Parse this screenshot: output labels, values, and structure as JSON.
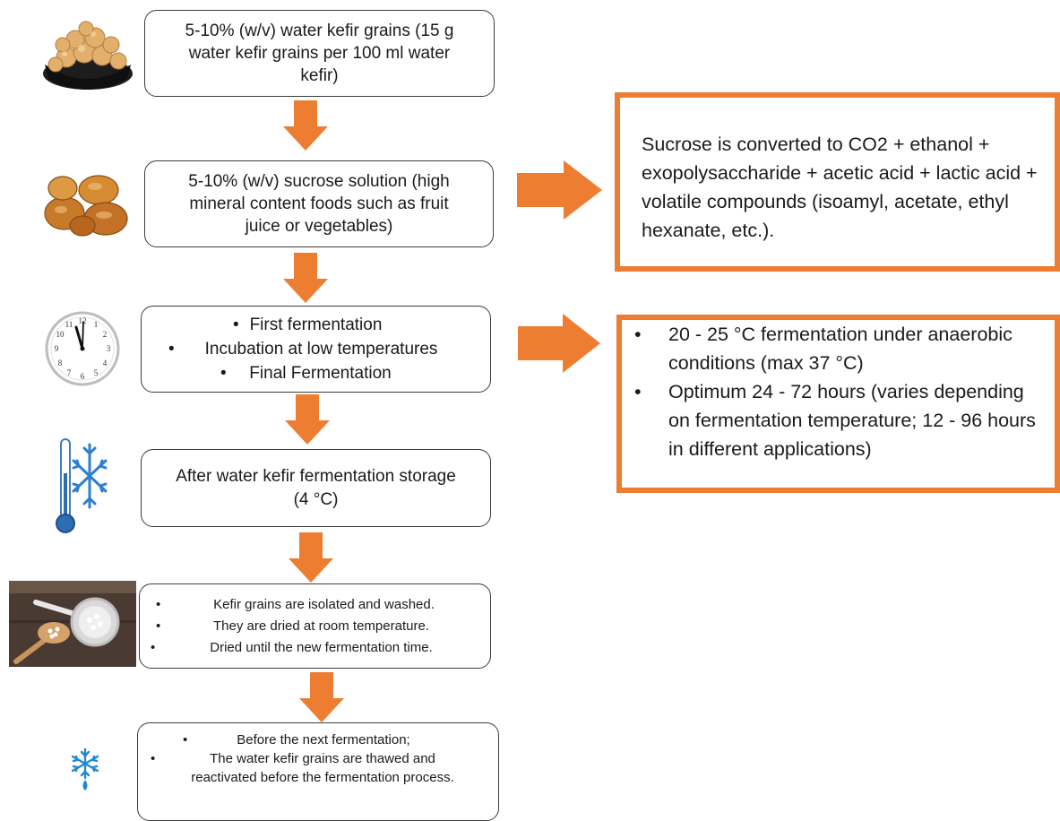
{
  "steps": [
    {
      "lines": [
        "5-10% (w/v) water kefir grains (15 g",
        "water kefir grains per 100 ml water",
        "kefir)"
      ]
    },
    {
      "lines": [
        "5-10% (w/v) sucrose solution (high",
        "mineral content foods such as fruit",
        "juice or vegetables)"
      ]
    },
    {
      "bullets": [
        "First fermentation",
        "Incubation at low temperatures",
        "Final Fermentation"
      ]
    },
    {
      "lines": [
        "After water kefir fermentation storage",
        "(4 °C)"
      ]
    },
    {
      "bullets": [
        "Kefir grains are isolated and washed.",
        "They are dried at room temperature.",
        "Dried until the new fermentation time."
      ]
    },
    {
      "bullets": [
        "Before the next fermentation;",
        "The water kefir grains are thawed and reactivated before the fermentation process."
      ]
    }
  ],
  "side_boxes": {
    "conversion": "Sucrose is converted to CO2 + ethanol + exopolysaccharide + acetic acid + lactic acid + volatile compounds (isoamyl, acetate, ethyl hexanate, etc.).",
    "conditions": [
      "20 - 25 °C fermentation under anaerobic conditions (max 37 °C)",
      "Optimum 24 - 72 hours (varies depending on fermentation temperature; 12 - 96 hours in different applications)"
    ]
  },
  "bullet_char": "•",
  "colors": {
    "accent": "#ed7d31",
    "border": "#3c3c3c",
    "text": "#1a1a1a"
  },
  "icons": [
    "kefir-grains-bowl-icon",
    "dried-figs-icon",
    "clock-icon",
    "thermometer-snowflake-icon",
    "strainer-spoon-photo-icon",
    "snowflake-drop-icon"
  ]
}
